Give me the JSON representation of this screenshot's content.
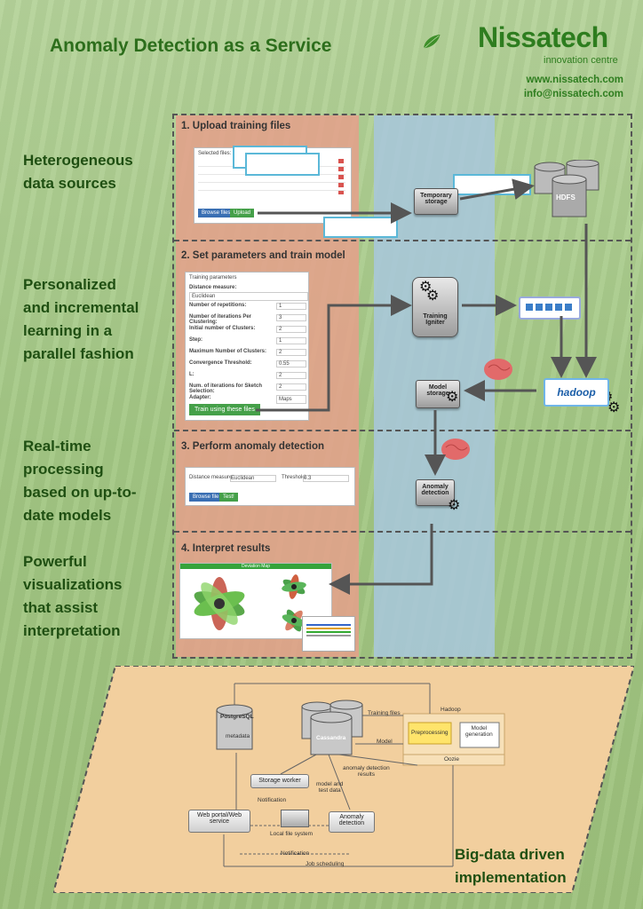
{
  "header": {
    "title": "Anomaly Detection as a Service",
    "brand": "Nissatech",
    "brand_sub": "innovation centre",
    "website": "www.nissatech.com",
    "email": "info@nissatech.com"
  },
  "features": [
    "Heterogeneous\ndata sources",
    "Personalized\nand incremental\nlearning in a\nparallel fashion",
    "Real-time\nprocessing\nbased on up-to-\ndate models",
    "Powerful\nvisualizations\nthat assist\ninterpretation"
  ],
  "steps": [
    "1. Upload training files",
    "2. Set parameters and train model",
    "3. Perform anomaly detection",
    "4. Interpret results"
  ],
  "upload": {
    "selected_files": "Selected files:",
    "browse": "Browse files",
    "upload": "Upload"
  },
  "params": {
    "header": "Training parameters",
    "distance_label": "Distance measure:",
    "distance_value": "Euclidean",
    "rows": [
      {
        "label": "Number of repetitions:",
        "value": "1"
      },
      {
        "label": "Number of iterations Per Clustering:",
        "value": "3"
      },
      {
        "label": "Initial number of Clusters:",
        "value": "2"
      },
      {
        "label": "Step:",
        "value": "1"
      },
      {
        "label": "Maximum Number of Clusters:",
        "value": "2"
      },
      {
        "label": "Convergence Threshold:",
        "value": "0.55"
      },
      {
        "label": "L:",
        "value": "2"
      },
      {
        "label": "Num. of iterations for Sketch Selection:",
        "value": "2"
      }
    ],
    "adapter_label": "Adapter:",
    "adapter_value": "Maps",
    "train_button": "Train using these files"
  },
  "detect": {
    "browse": "Browse file",
    "test": "Test!",
    "measure_label": "Distance measure:",
    "measure_value": "Euclidean",
    "threshold_label": "Threshold:",
    "threshold_value": "0.3"
  },
  "results": {
    "title": "Deviation Map"
  },
  "devices": {
    "temp_storage": "Temporary\nstorage",
    "hdfs": "HDFS",
    "training_igniter": "Training\nIgniter",
    "model_storage": "Model\nstorage",
    "anomaly_detection": "Anomaly\ndetection",
    "hadoop": "hadoop"
  },
  "arch": {
    "postgres": "PostgreSQL",
    "metadata": "metadata",
    "cassandra": "Cassandra",
    "training_files": "Training files",
    "hadoop": "Hadoop",
    "preprocessing": "Preprocessing",
    "model_generation": "Model\ngeneration",
    "model": "Model",
    "oozie": "Oozie",
    "anomaly_results": "anomaly detection\nresults",
    "model_test": "model and\ntest data",
    "storage_worker": "Storage worker",
    "notification1": "Notification",
    "web_portal": "Web portal/Web\nservice",
    "local_fs": "Local file system",
    "anomaly_detection": "Anomaly\ndetection",
    "notification2": "Notification",
    "job_scheduling": "Job scheduling"
  },
  "footer": {
    "bigdata": "Big-data driven\nimplementation"
  },
  "colors": {
    "brand_green": "#2e7d1f",
    "red_column": "#e5a08b",
    "blue_column": "#a8c7dd",
    "bottom_panel": "#f2cf9e"
  }
}
